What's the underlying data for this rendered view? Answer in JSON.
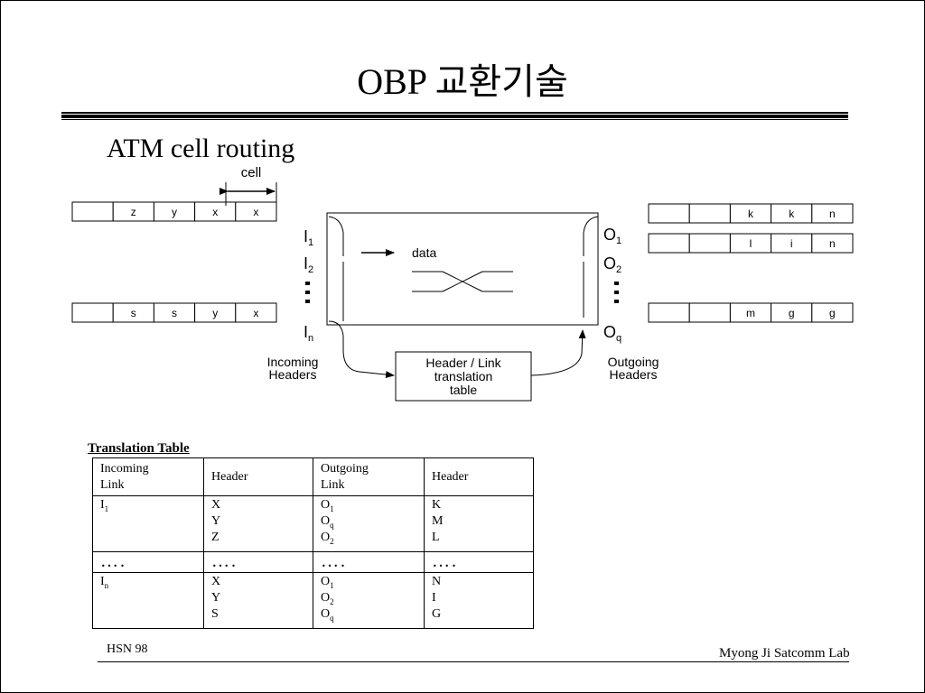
{
  "title": "OBP 교환기술",
  "subtitle": "ATM cell routing",
  "diagram": {
    "cell_label": "cell",
    "data_label": "data",
    "input_ports": [
      {
        "name": "I",
        "sub": "1"
      },
      {
        "name": "I",
        "sub": "2"
      },
      {
        "name": "I",
        "sub": "n"
      }
    ],
    "output_ports": [
      {
        "name": "O",
        "sub": "1"
      },
      {
        "name": "O",
        "sub": "2"
      },
      {
        "name": "O",
        "sub": "q"
      }
    ],
    "incoming_headers_label": [
      "Incoming",
      "Headers"
    ],
    "outgoing_headers_label": [
      "Outgoing",
      "Headers"
    ],
    "translation_box_label": [
      "Header / Link",
      "translation",
      "table"
    ],
    "input_queues": [
      [
        "",
        "z",
        "y",
        "x",
        "x"
      ],
      [
        "",
        "s",
        "s",
        "y",
        "x"
      ]
    ],
    "output_queues": [
      [
        "",
        "",
        "k",
        "k",
        "n"
      ],
      [
        "",
        "",
        "l",
        "i",
        "n"
      ],
      [
        "",
        "",
        "m",
        "g",
        "g"
      ]
    ]
  },
  "table": {
    "caption": "Translation Table",
    "headers": [
      [
        "Incoming",
        "Link"
      ],
      [
        "Header"
      ],
      [
        "Outgoing",
        "Link"
      ],
      [
        "Header"
      ]
    ],
    "rows": [
      {
        "in_link": {
          "name": "I",
          "sub": "1"
        },
        "in_headers": [
          "X",
          "Y",
          "Z"
        ],
        "out_links": [
          {
            "name": "O",
            "sub": "1"
          },
          {
            "name": "O",
            "sub": "q"
          },
          {
            "name": "O",
            "sub": "2"
          }
        ],
        "out_headers": [
          "K",
          "M",
          "L"
        ]
      },
      {
        "ellipsis": "…."
      },
      {
        "in_link": {
          "name": "I",
          "sub": "n"
        },
        "in_headers": [
          "X",
          "Y",
          "S"
        ],
        "out_links": [
          {
            "name": "O",
            "sub": "1"
          },
          {
            "name": "O",
            "sub": "2"
          },
          {
            "name": "O",
            "sub": "q"
          }
        ],
        "out_headers": [
          "N",
          "I",
          "G"
        ]
      }
    ]
  },
  "footer": {
    "left": "HSN 98",
    "right": "Myong Ji Satcomm Lab"
  }
}
